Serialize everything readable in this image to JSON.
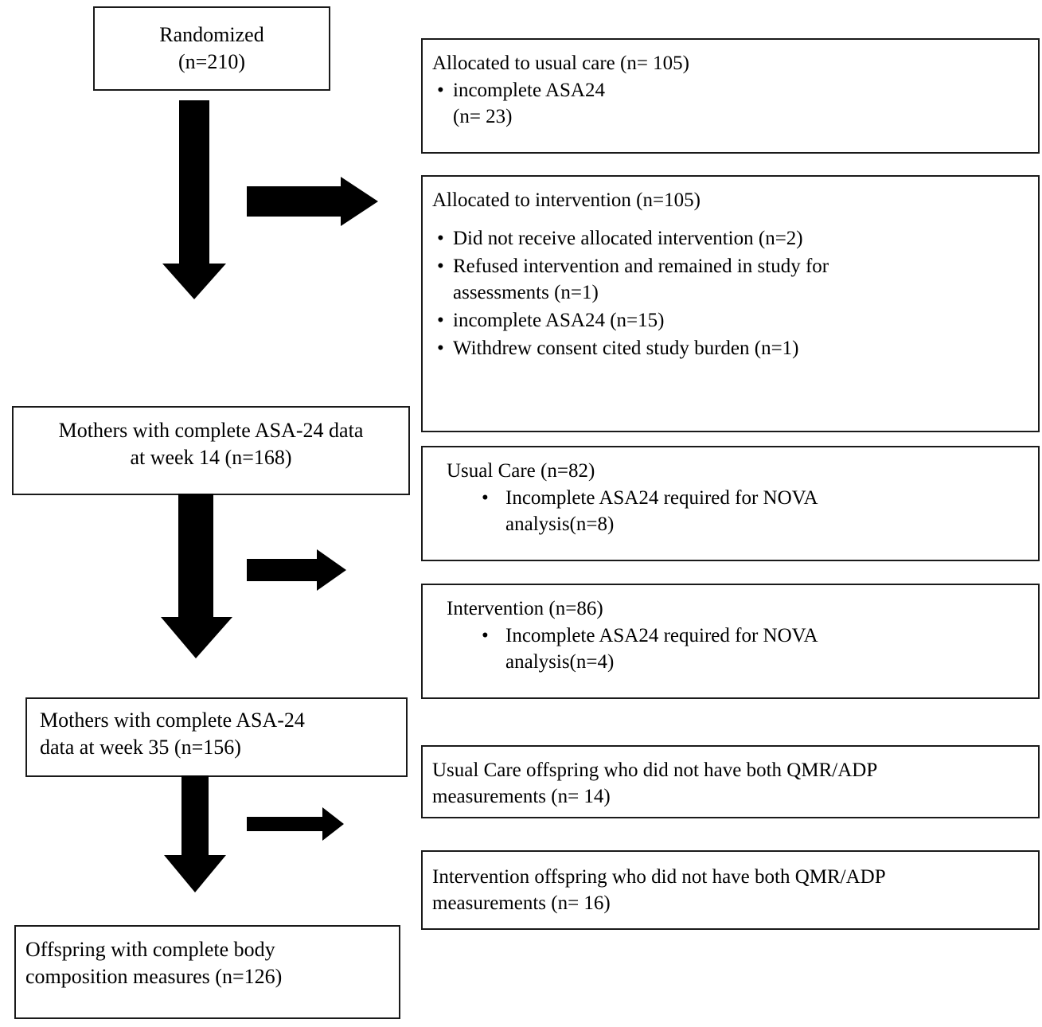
{
  "diagram": {
    "type": "consort-flow-diagram",
    "title": "Participant flow",
    "colors": {
      "line": "#1a1a1a",
      "background": "#ffffff",
      "text": "#000000"
    }
  },
  "boxes": {
    "randomized": {
      "line1": "Randomized",
      "line2": "(n=210)"
    },
    "usual_care_alloc": {
      "heading": "Allocated to usual care (n= 105)",
      "bullets": [
        {
          "text": "incomplete ASA24",
          "continuation": "(n= 23)"
        }
      ]
    },
    "intervention_alloc": {
      "heading": "Allocated to intervention (n=105)",
      "bullets": [
        {
          "text": "Did not receive allocated intervention (n=2)"
        },
        {
          "text": "Refused intervention and remained in study for",
          "continuation": "assessments (n=1)"
        },
        {
          "text": "incomplete ASA24 (n=15)"
        },
        {
          "text": "Withdrew consent cited study burden (n=1)"
        }
      ]
    },
    "mothers_week14": {
      "line1": "Mothers with complete ASA-24 data",
      "line2": "at week 14 (n=168)"
    },
    "usual_care_82": {
      "heading": "Usual Care (n=82)",
      "bullets": [
        {
          "text": "Incomplete ASA24 required for NOVA",
          "continuation": "analysis(n=8)"
        }
      ]
    },
    "intervention_86": {
      "heading": "Intervention (n=86)",
      "bullets": [
        {
          "text": "Incomplete ASA24 required for NOVA",
          "continuation": "analysis(n=4)"
        }
      ]
    },
    "mothers_week35": {
      "line1": "Mothers with complete ASA-24",
      "line2": "data at week 35 (n=156)"
    },
    "usual_care_offspring": {
      "line1": "Usual Care offspring who did not have both QMR/ADP",
      "line2": "measurements (n= 14)"
    },
    "intervention_offspring": {
      "line1": "Intervention offspring who did not have both QMR/ADP",
      "line2": "measurements (n= 16)"
    },
    "offspring_final": {
      "line1": "Offspring with complete body",
      "line2": "composition measures (n=126)"
    }
  },
  "arrows": [
    {
      "name": "down-arrow-randomized-to-week14",
      "direction": "down"
    },
    {
      "name": "right-arrow-to-intervention-alloc",
      "direction": "right"
    },
    {
      "name": "down-arrow-week14-to-week35",
      "direction": "down"
    },
    {
      "name": "right-arrow-to-groups-82-86",
      "direction": "right"
    },
    {
      "name": "down-arrow-week35-to-offspring",
      "direction": "down"
    },
    {
      "name": "right-arrow-to-offspring-exclusions",
      "direction": "right"
    }
  ]
}
